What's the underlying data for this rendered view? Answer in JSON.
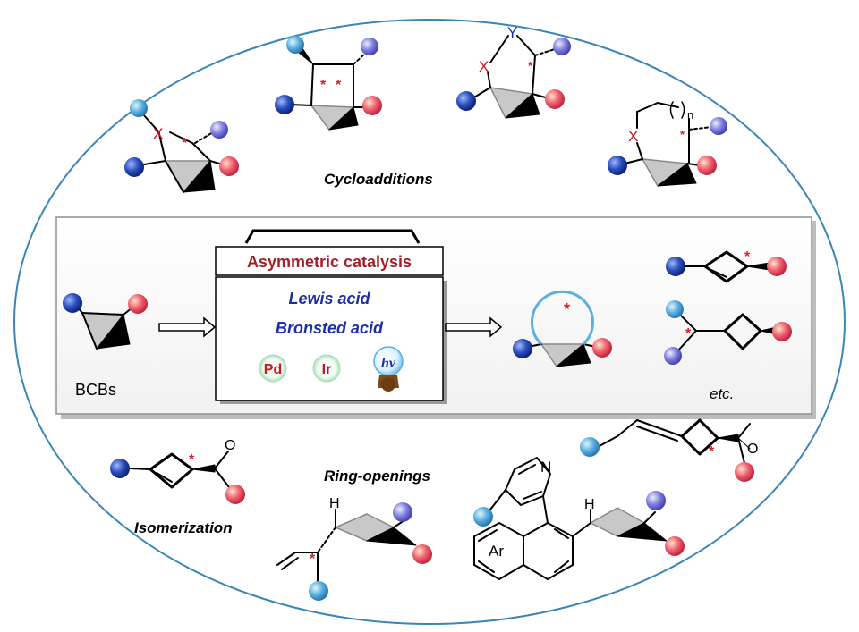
{
  "sections": {
    "cycloadditions": "Cycloadditions",
    "ring_openings": "Ring-openings",
    "isomerization": "Isomerization"
  },
  "center_panel": {
    "header": "Asymmetric catalysis",
    "catalysts": [
      "Lewis acid",
      "Bronsted acid"
    ],
    "metals": [
      "Pd",
      "Ir"
    ],
    "light": "hv",
    "start_label": "BCBs",
    "etc_label": "etc."
  },
  "atom_labels": {
    "x": "X",
    "y": "Y",
    "n": "n",
    "h": "H",
    "n_atom": "N",
    "o": "O",
    "ar": "Ar",
    "star": "*"
  },
  "colors": {
    "ellipse": "#3a86b8",
    "header_text": "#a3202a",
    "catalyst_text": "#1c2fa8",
    "metal_text": "#c8161e",
    "sphere_dark_blue": "#2b4fbf",
    "sphere_light_blue": "#5bb0e0",
    "sphere_lavender": "#8080e0",
    "sphere_pink": "#f06070",
    "stereo_star": "#d0202a"
  }
}
